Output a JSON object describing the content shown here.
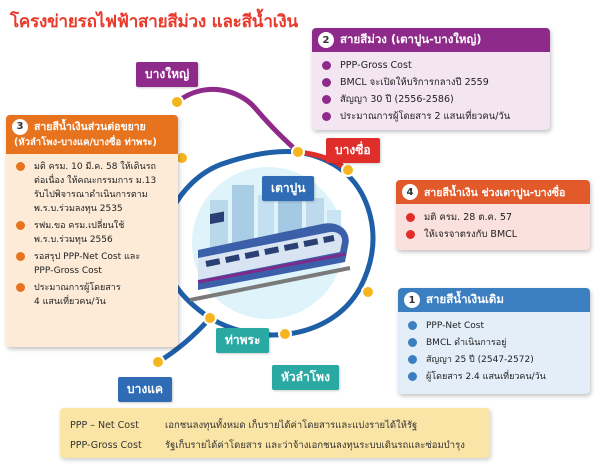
{
  "title": "โครงข่ายรถไฟฟ้าสายสีม่วง และสีน้ำเงิน",
  "colors": {
    "purple": "#8e2a89",
    "orange": "#e8731f",
    "blue": "#3c7fc1",
    "red": "#e02e2b",
    "teal": "#2aa9a3",
    "yellow_dot": "#f6b51e"
  },
  "stations": {
    "bang_yai": "บางใหญ่",
    "bang_sue": "บางซื่อ",
    "tao_poon": "เตาปูน",
    "tha_phra": "ท่าพระ",
    "hua_lamphong": "หัวลำโพง",
    "bang_khae": "บางแค"
  },
  "cards": {
    "purple": {
      "number": "2",
      "title": "สายสีม่วง (เตาปูน-บางใหญ่)",
      "items": [
        "PPP-Gross Cost",
        "BMCL จะเปิดให้บริการกลางปี 2559",
        "สัญญา 30 ปี (2556-2586)",
        "ประมาณการผู้โดยสาร 2 แสนเที่ยวคน/วัน"
      ]
    },
    "orange": {
      "number": "3",
      "title": "สายสีน้ำเงินส่วนต่อขยาย",
      "subtitle": "(หัวลำโพง-บางแค/บางซื่อ ท่าพระ)",
      "items": [
        [
          "มติ ครม. 10 มี.ค. 58 ให้เดินรถ",
          "ต่อเนื่อง ให้คณะกรรมการ ม.13",
          "รับไปพิจารณาดำเนินการตาม",
          "พ.ร.บ.ร่วมลงทุน 2535"
        ],
        [
          "รฟม.ขอ ครม.เปลี่ยนใช้",
          "พ.ร.บ.ร่วมทุน 2556"
        ],
        [
          "รอสรุป PPP-Net Cost และ",
          "PPP-Gross Cost"
        ],
        [
          "ประมาณการผู้โดยสาร",
          "4 แสนเที่ยวคน/วัน"
        ]
      ]
    },
    "red": {
      "number": "4",
      "title": "สายสีน้ำเงิน ช่วงเตาปูน-บางซื่อ",
      "items": [
        "มติ ครม. 28 ต.ค. 57",
        "ให้เจรจาตรงกับ BMCL"
      ]
    },
    "blue": {
      "number": "1",
      "title": "สายสีน้ำเงินเดิม",
      "items": [
        "PPP-Net Cost",
        "BMCL ดำเนินการอยู่",
        "สัญญา 25 ปี (2547-2572)",
        "ผู้โดยสาร 2.4 แสนเที่ยวคน/วัน"
      ]
    }
  },
  "legend": [
    {
      "key": "PPP – Net Cost",
      "desc": "เอกชนลงทุนทั้งหมด เก็บรายได้ค่าโดยสารและแบ่งรายได้ให้รัฐ"
    },
    {
      "key": "PPP-Gross Cost",
      "desc": "รัฐเก็บรายได้ค่าโดยสาร และว่าจ้างเอกชนลงทุนระบบเดินรถและซ่อมบำรุง"
    }
  ]
}
